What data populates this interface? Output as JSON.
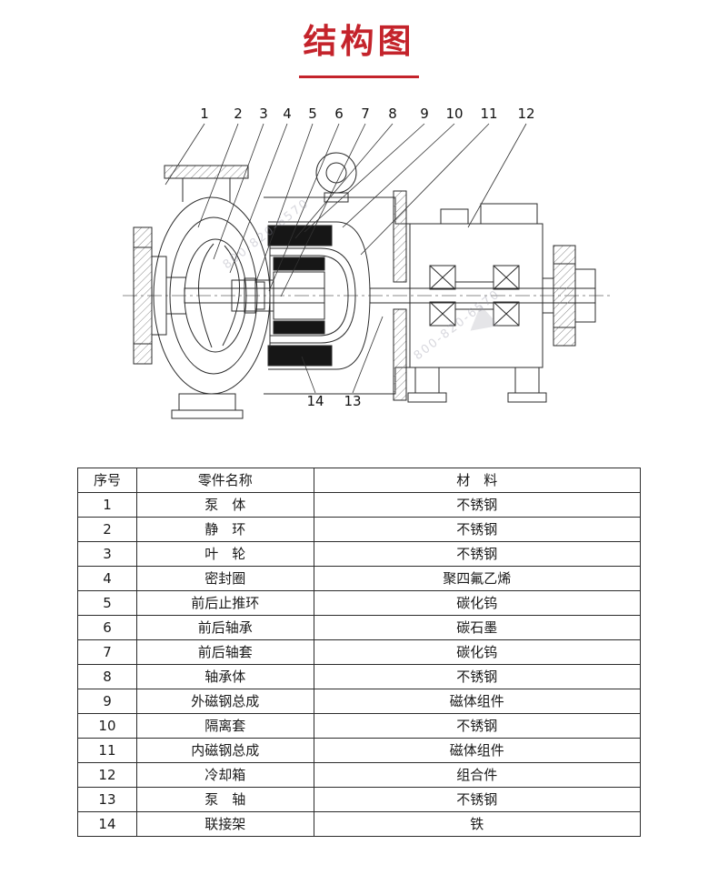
{
  "page": {
    "title": "结构图"
  },
  "diagram": {
    "callouts_top": [
      "1",
      "2",
      "3",
      "4",
      "5",
      "6",
      "7",
      "8",
      "9",
      "10",
      "11",
      "12"
    ],
    "callouts_bottom": [
      "14",
      "13"
    ],
    "watermark": "800-820-6570"
  },
  "table": {
    "headers": [
      "序号",
      "零件名称",
      "材　料"
    ],
    "rows": [
      [
        "1",
        "泵　体",
        "不锈钢"
      ],
      [
        "2",
        "静　环",
        "不锈钢"
      ],
      [
        "3",
        "叶　轮",
        "不锈钢"
      ],
      [
        "4",
        "密封圈",
        "聚四氟乙烯"
      ],
      [
        "5",
        "前后止推环",
        "碳化钨"
      ],
      [
        "6",
        "前后轴承",
        "碳石墨"
      ],
      [
        "7",
        "前后轴套",
        "碳化钨"
      ],
      [
        "8",
        "轴承体",
        "不锈钢"
      ],
      [
        "9",
        "外磁钢总成",
        "磁体组件"
      ],
      [
        "10",
        "隔离套",
        "不锈钢"
      ],
      [
        "11",
        "内磁钢总成",
        "磁体组件"
      ],
      [
        "12",
        "冷却箱",
        "组合件"
      ],
      [
        "13",
        "泵　轴",
        "不锈钢"
      ],
      [
        "14",
        "联接架",
        "铁"
      ]
    ]
  }
}
